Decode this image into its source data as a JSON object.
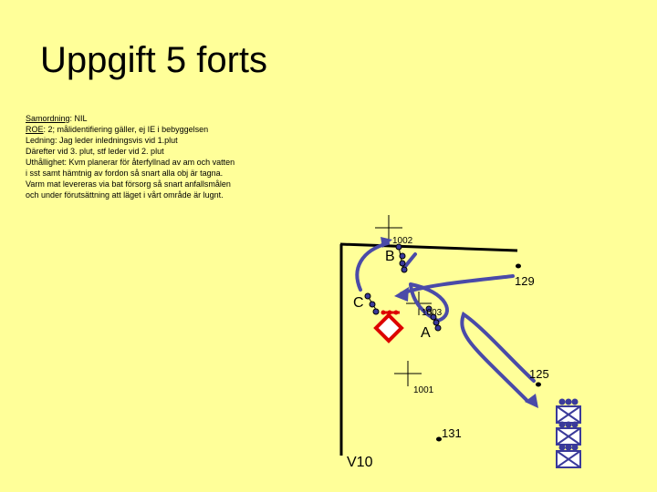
{
  "title": "Uppgift 5 forts",
  "notes": [
    {
      "label": "Samordning",
      "text": ": NIL"
    },
    {
      "label": "ROE",
      "text": ": 2; målidentifiering gäller, ej IE i bebyggelsen"
    },
    {
      "label": "",
      "text": "Ledning: Jag leder inledningsvis vid 1.plut"
    },
    {
      "label": "",
      "text": "Därefter vid 3. plut, stf leder vid 2. plut"
    },
    {
      "label": "",
      "text": "Uthållighet: Kvm planerar för återfyllnad av am och vatten"
    },
    {
      "label": "",
      "text": "i sst samt hämtnig av fordon så snart alla obj är tagna."
    },
    {
      "label": "",
      "text": "Varm mat levereras via bat försorg så snart anfallsmålen"
    },
    {
      "label": "",
      "text": "och under förutsättning att läget i vårt område är lugnt."
    }
  ],
  "map": {
    "points": {
      "p1002": "1002",
      "p1003": "1003",
      "p1001": "1001"
    },
    "objectives": {
      "A": "A",
      "B": "B",
      "C": "C"
    },
    "heights": {
      "h129": "129",
      "h125": "125",
      "h131": "131"
    },
    "sector": "V10"
  },
  "colors": {
    "background": "#ffff99",
    "arrow": "#4a4aa8",
    "enemy": "#dd0000",
    "unit": "#3a3a9a"
  },
  "icons": [
    "grid-cross-icon",
    "strongpoint-icon",
    "enemy-diamond-icon",
    "infantry-unit-icon",
    "movement-arrow-icon"
  ]
}
